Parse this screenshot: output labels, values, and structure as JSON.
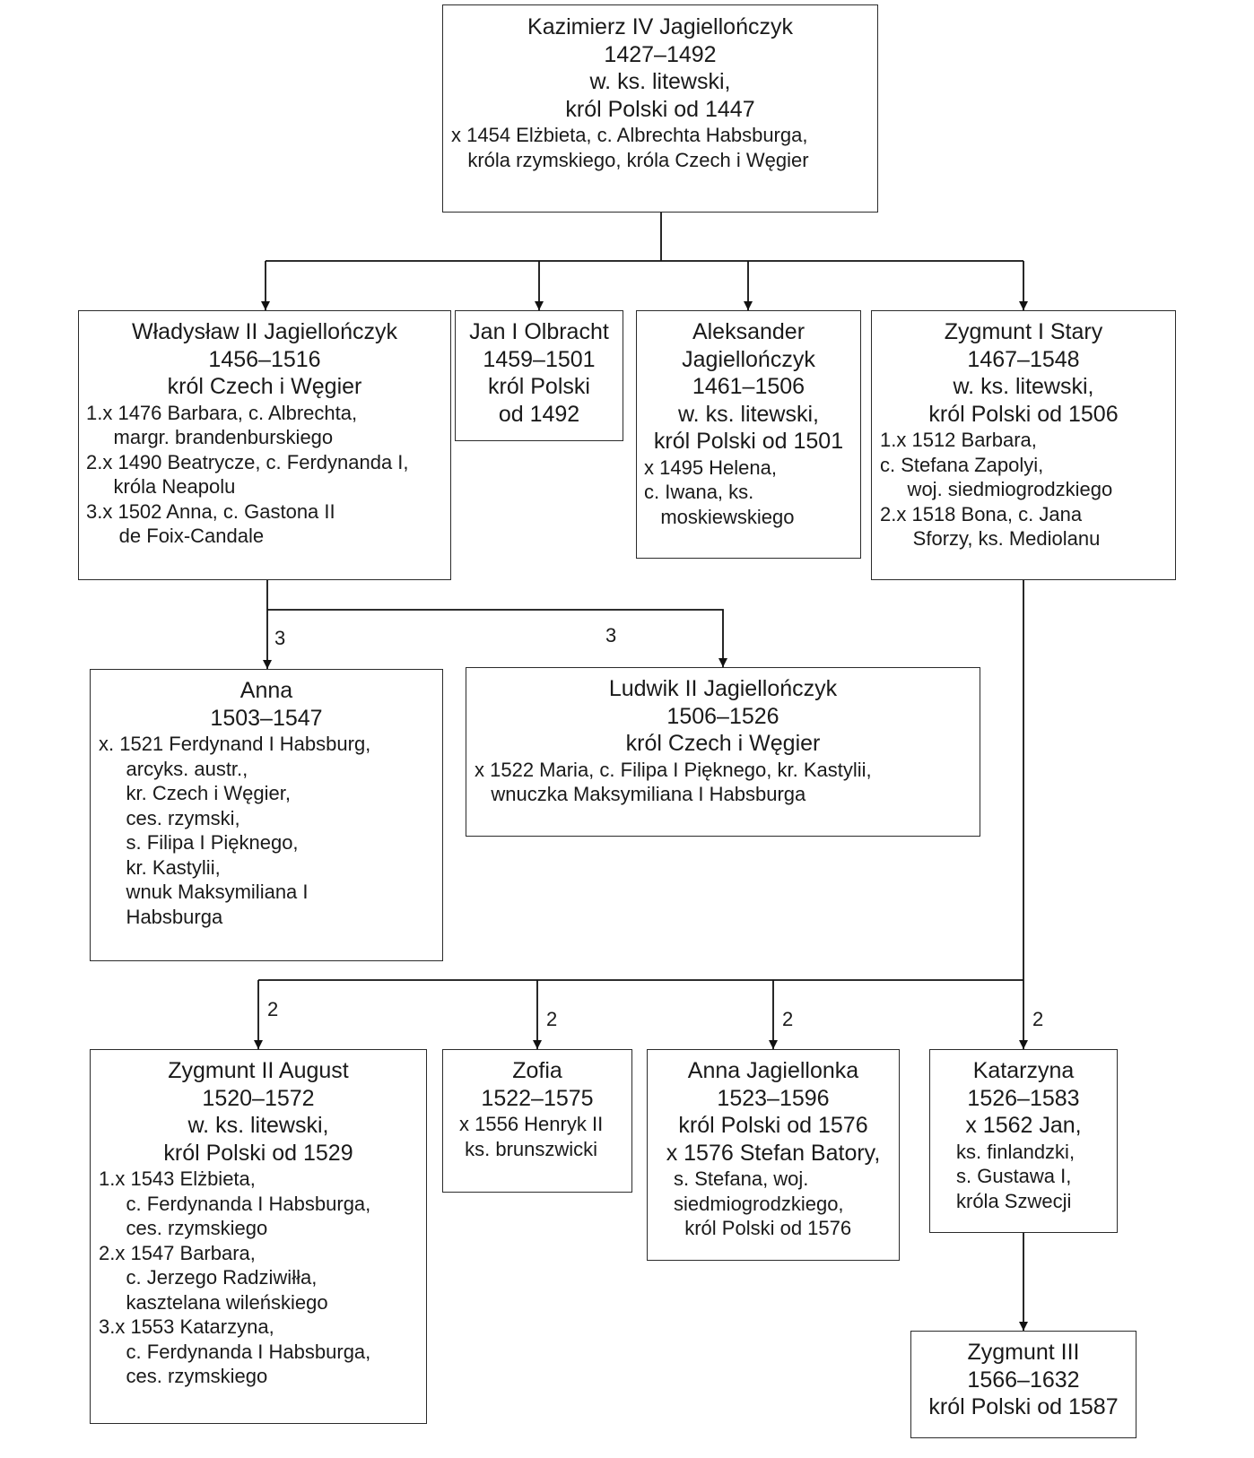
{
  "people": {
    "kazimierz": {
      "head": [
        "Kazimierz IV Jagiellończyk",
        "1427–1492",
        "w. ks. litewski,",
        "król Polski od 1447"
      ],
      "details": [
        "x 1454 Elżbieta, c. Albrechta Habsburga,",
        "   króla rzymskiego, króla Czech i Węgier"
      ]
    },
    "wladyslaw": {
      "head": [
        "Władysław II Jagiellończyk",
        "1456–1516",
        "król Czech i Węgier"
      ],
      "details": [
        "1.x 1476 Barbara, c. Albrechta,",
        "     margr. brandenburskiego",
        "2.x 1490 Beatrycze, c. Ferdynanda I,",
        "     króla Neapolu",
        "3.x 1502 Anna, c. Gastona II",
        "      de Foix-Candale"
      ]
    },
    "jan": {
      "head": [
        "Jan I Olbracht",
        "1459–1501",
        "król Polski",
        "od 1492"
      ],
      "details": []
    },
    "aleksander": {
      "head": [
        "Aleksander",
        "Jagiellończyk",
        "1461–1506",
        "w. ks. litewski,",
        "król Polski od 1501"
      ],
      "details": [
        "x 1495 Helena,",
        "c. Iwana, ks.",
        "   moskiewskiego"
      ]
    },
    "zygmunt1": {
      "head": [
        "Zygmunt I Stary",
        "1467–1548",
        "w. ks. litewski,",
        "król Polski od 1506"
      ],
      "details": [
        "1.x 1512 Barbara,",
        "c. Stefana Zapolyi,",
        "     woj. siedmiogrodzkiego",
        "2.x 1518 Bona, c. Jana",
        "      Sforzy, ks. Mediolanu"
      ]
    },
    "anna": {
      "head": [
        "Anna",
        "1503–1547"
      ],
      "details": [
        "x. 1521 Ferdynand I Habsburg,",
        "     arcyks. austr.,",
        "     kr. Czech i Węgier,",
        "     ces. rzymski,",
        "     s. Filipa I Pięknego,",
        "     kr. Kastylii,",
        "     wnuk Maksymiliana I",
        "     Habsburga"
      ]
    },
    "ludwik": {
      "head": [
        "Ludwik II Jagiellończyk",
        "1506–1526",
        "król Czech i Węgier"
      ],
      "details": [
        "x 1522 Maria, c. Filipa I Pięknego, kr. Kastylii,",
        "   wnuczka Maksymiliana I Habsburga"
      ]
    },
    "zygmunt2": {
      "head": [
        "Zygmunt II August",
        "1520–1572",
        "w. ks. litewski,",
        "król Polski od 1529"
      ],
      "details": [
        "1.x 1543 Elżbieta,",
        "     c. Ferdynanda I Habsburga,",
        "     ces. rzymskiego",
        "2.x 1547 Barbara,",
        "     c. Jerzego Radziwiłła,",
        "     kasztelana wileńskiego",
        "3.x 1553 Katarzyna,",
        "     c. Ferdynanda I Habsburga,",
        "     ces. rzymskiego"
      ]
    },
    "zofia": {
      "head": [
        "Zofia",
        "1522–1575"
      ],
      "details": [
        "x 1556 Henryk II",
        " ks. brunszwicki"
      ]
    },
    "annaj": {
      "head": [
        "Anna Jagiellonka",
        "1523–1596",
        "król Polski od 1576",
        "x 1576 Stefan Batory,"
      ],
      "details": [
        "s. Stefana, woj.",
        "siedmiogrodzkiego,",
        "  król Polski od 1576"
      ]
    },
    "katarzyna": {
      "head": [
        "Katarzyna",
        "1526–1583",
        "x 1562 Jan,"
      ],
      "details": [
        "ks. finlandzki,",
        "s. Gustawa I,",
        "króla Szwecji"
      ]
    },
    "zygmunt3": {
      "head": [
        "Zygmunt III",
        "1566–1632",
        "król Polski od 1587"
      ],
      "details": []
    }
  },
  "marriage_labels": {
    "anna": "3",
    "ludwik": "3",
    "zygmunt2": "2",
    "zofia": "2",
    "annaj": "2",
    "katarzyna": "2"
  }
}
